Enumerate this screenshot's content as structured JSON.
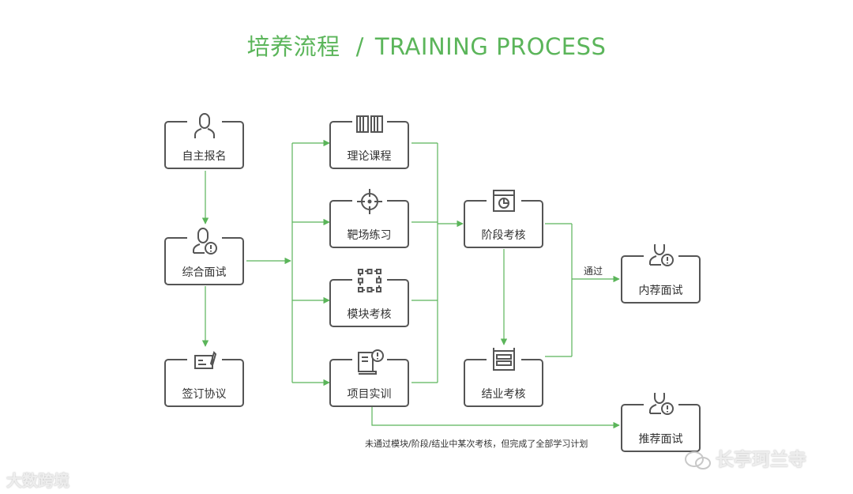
{
  "title": {
    "cn": "培养流程",
    "slash": "/",
    "en": "TRAINING PROCESS"
  },
  "colors": {
    "accent": "#5bb55a",
    "stroke": "#555555"
  },
  "nodes": {
    "apply": {
      "label": "自主报名",
      "icon": "person-icon"
    },
    "interview": {
      "label": "综合面试",
      "icon": "person-alert-icon"
    },
    "sign": {
      "label": "签订协议",
      "icon": "contract-pen-icon"
    },
    "theory": {
      "label": "理论课程",
      "icon": "book-icon"
    },
    "range": {
      "label": "靶场练习",
      "icon": "crosshair-icon"
    },
    "module_exam": {
      "label": "模块考核",
      "icon": "selection-frame-icon"
    },
    "project": {
      "label": "项目实训",
      "icon": "book-alert-icon"
    },
    "stage_exam": {
      "label": "阶段考核",
      "icon": "browser-chart-icon"
    },
    "final_exam": {
      "label": "结业考核",
      "icon": "browser-form-icon"
    },
    "referral": {
      "label": "内荐面试",
      "icon": "person-alert-icon"
    },
    "recommend": {
      "label": "推荐面试",
      "icon": "person-alert-icon"
    }
  },
  "edge_labels": {
    "pass": "通过",
    "fail_note": "未通过模块/阶段/结业中某次考核，但完成了全部学习计划"
  },
  "watermarks": {
    "left": "大数跨境",
    "right": "长亭珂兰寺"
  }
}
